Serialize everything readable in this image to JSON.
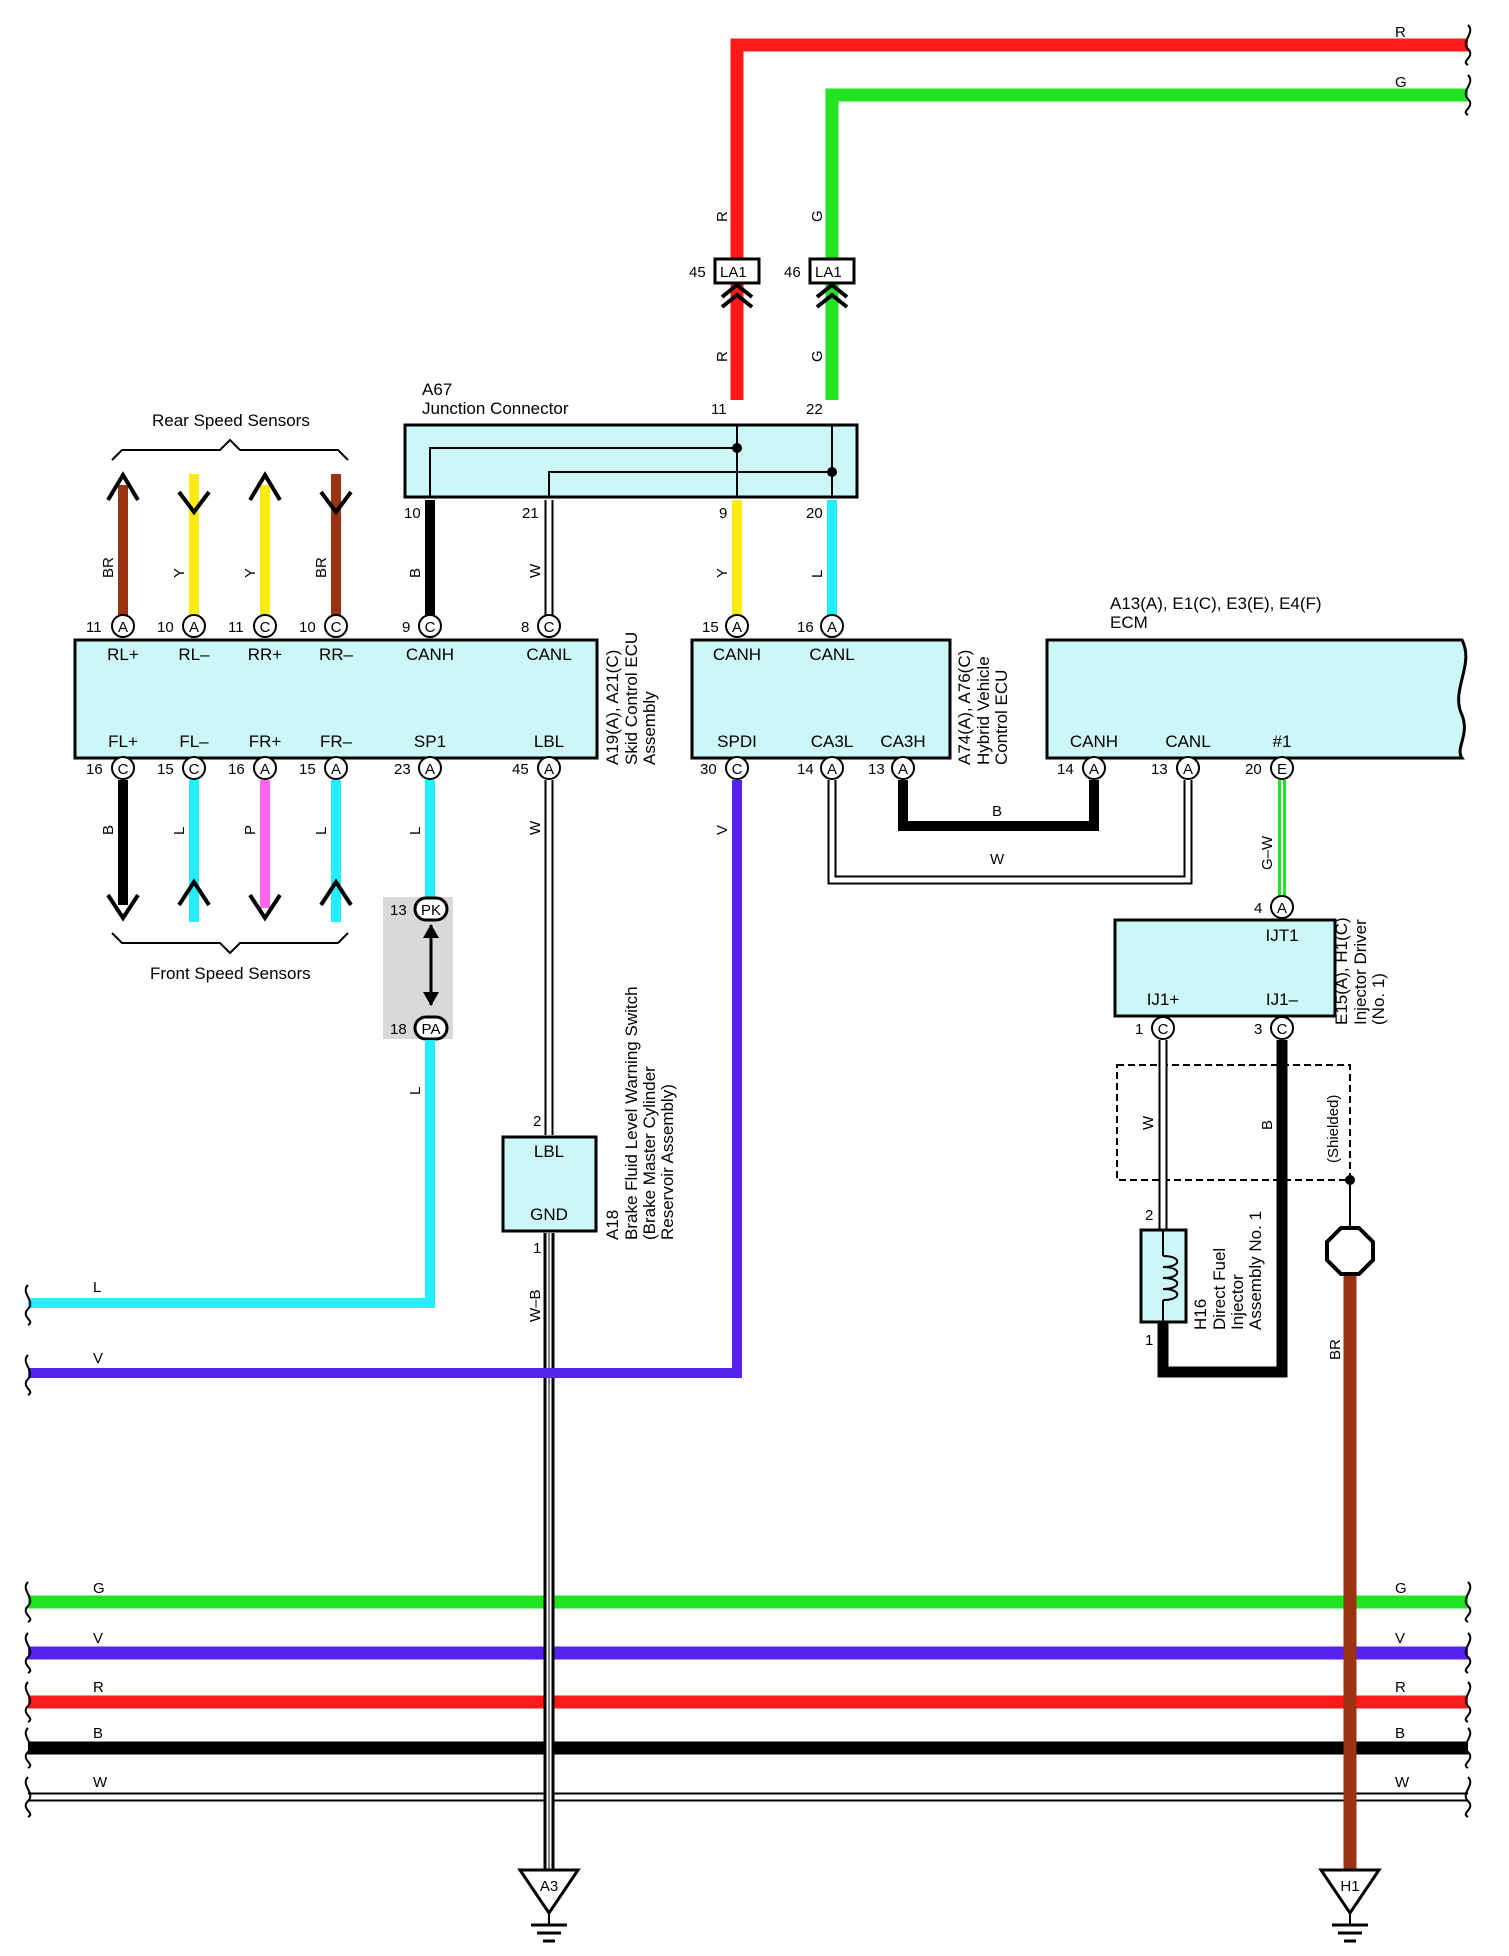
{
  "colors": {
    "R": "#ff1a1a",
    "G": "#22e322",
    "Y": "#ffeb14",
    "BR": "#993311",
    "L": "#22eeff",
    "V": "#5522ee",
    "B": "#000000",
    "P": "#ff66ee",
    "box_fill": "#cdf6f6",
    "shade": "#d9d9d9"
  },
  "components": {
    "a67": {
      "code": "A67",
      "name": "Junction Connector"
    },
    "skid": {
      "code": "A19(A), A21(C)",
      "name_line1": "Skid Control ECU",
      "name_line2": "Assembly"
    },
    "hv": {
      "code": "A74(A), A76(C)",
      "name_line1": "Hybrid Vehicle",
      "name_line2": "Control ECU"
    },
    "ecm": {
      "code": "A13(A), E1(C), E3(E), E4(F)",
      "name": "ECM"
    },
    "inj_driver": {
      "code": "E15(A), H1(C)",
      "name_line1": "Injector Driver",
      "name_line2": "(No. 1)"
    },
    "a18": {
      "code": "A18",
      "name_line1": "Brake Fluid Level Warning Switch",
      "name_line2": "(Brake Master Cylinder",
      "name_line3": "Reservoir Assembly)"
    },
    "h16": {
      "code": "H16",
      "name_line1": "Direct Fuel",
      "name_line2": "Injector",
      "name_line3": "Assembly No. 1"
    },
    "rear_sensors": "Rear Speed Sensors",
    "front_sensors": "Front Speed Sensors",
    "shielded": "(Shielded)"
  },
  "terminals": {
    "rl_plus": "RL+",
    "rl_minus": "RL–",
    "rr_plus": "RR+",
    "rr_minus": "RR–",
    "canh": "CANH",
    "canl": "CANL",
    "fl_plus": "FL+",
    "fl_minus": "FL–",
    "fr_plus": "FR+",
    "fr_minus": "FR–",
    "sp1": "SP1",
    "lbl": "LBL",
    "spdi": "SPDI",
    "ca3l": "CA3L",
    "ca3h": "CA3H",
    "num1": "#1",
    "ijt1": "IJT1",
    "ij1_plus": "IJ1+",
    "ij1_minus": "IJ1–",
    "gnd": "GND"
  },
  "pin_numbers": {
    "p11": "11",
    "p10": "10",
    "p9": "9",
    "p8": "8",
    "p15": "15",
    "p16": "16",
    "p23": "23",
    "p45": "45",
    "p30": "30",
    "p14": "14",
    "p13": "13",
    "p20": "20",
    "p4": "4",
    "p1": "1",
    "p3": "3",
    "p2": "2",
    "p21": "21",
    "p22": "22",
    "p46": "46",
    "p18": "18"
  },
  "connector_letters": {
    "A": "A",
    "C": "C",
    "E": "E"
  },
  "connectors": {
    "la1": "LA1",
    "pk": "PK",
    "pa": "PA",
    "a3": "A3",
    "h1": "H1"
  },
  "wire_labels": {
    "R": "R",
    "G": "G",
    "Y": "Y",
    "BR": "BR",
    "L": "L",
    "V": "V",
    "B": "B",
    "W": "W",
    "P": "P",
    "GW": "G–W",
    "WB": "W–B"
  }
}
